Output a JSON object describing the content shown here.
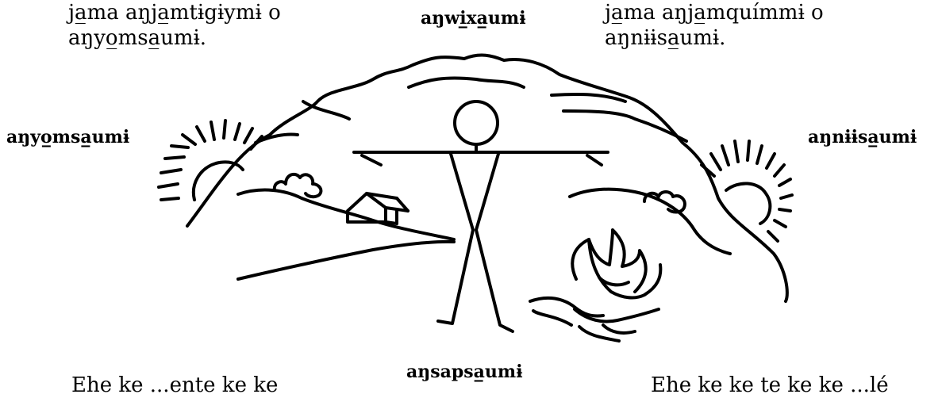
{
  "labels": {
    "top_left_note": "ja̲ma aŋja̲mtɨgɨymɨ o\naŋyo̲msa̲umɨ.",
    "top_center": "aŋwi̲xa̲umɨ",
    "top_right_note": "ja̲ma aŋja̲mquímmɨ o\naŋnɨɨsa̲umɨ.",
    "left": "aŋyo̲msa̲umɨ",
    "right": "aŋnɨɨsa̲umɨ",
    "bottom_center": "aŋsapsa̲umɨ",
    "bottom_left_note": "Ehe ke ...ente ke ke",
    "bottom_right_note": "Ehe ke ke te ke ke ...lé"
  },
  "icons": [
    "mountain",
    "rising-sun",
    "setting-sun",
    "stick-figure",
    "house",
    "bush",
    "fire"
  ]
}
